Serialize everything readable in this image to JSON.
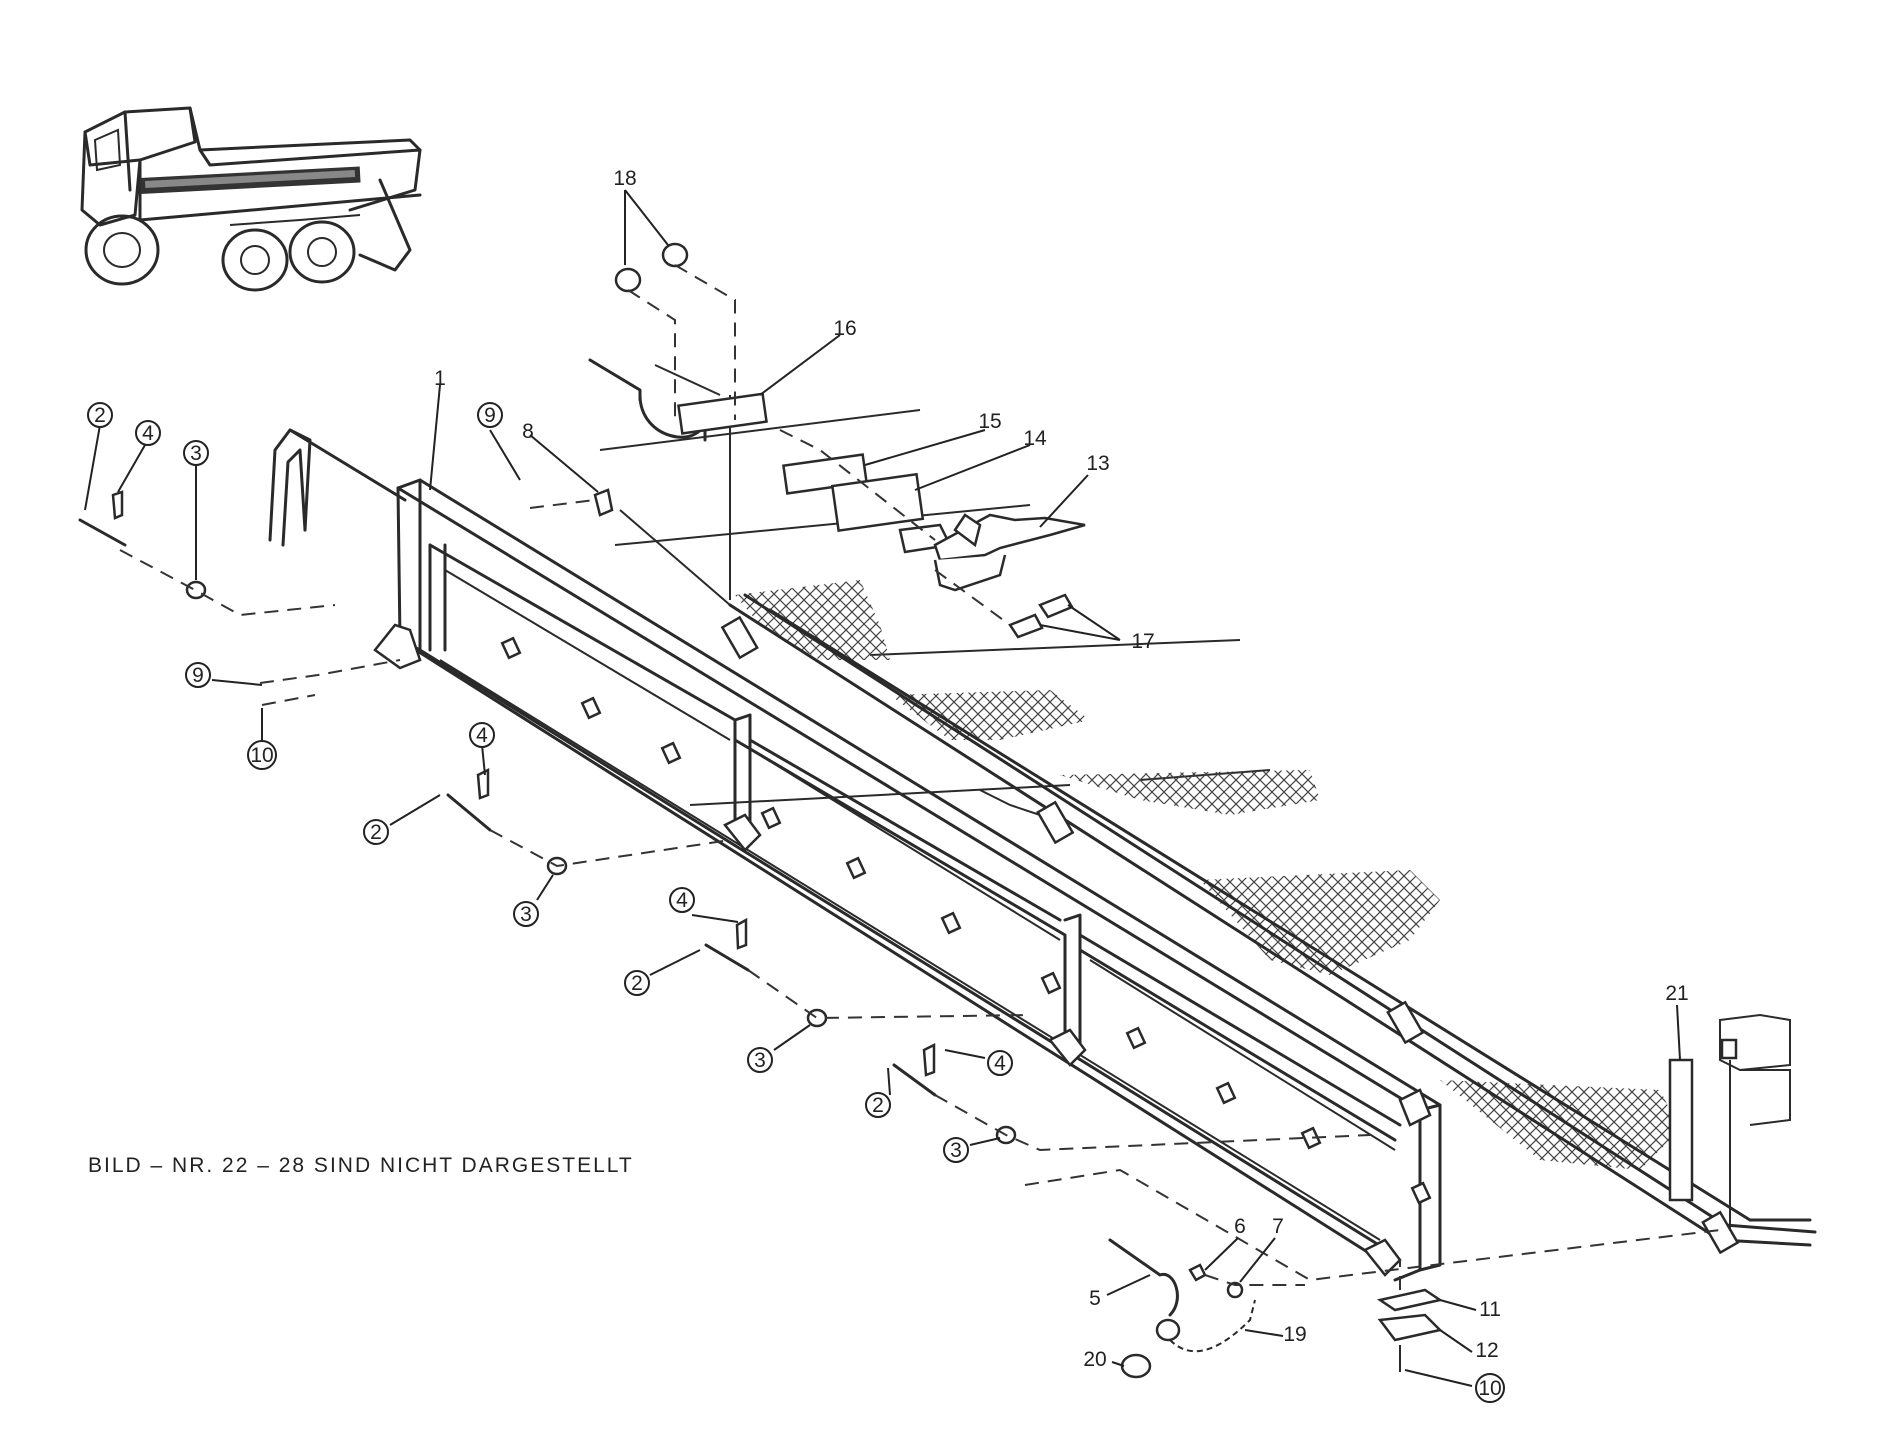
{
  "note": "BILD – NR. 22 – 28 SIND NICHT DARGESTELLT",
  "callouts": {
    "p1": "1",
    "p2a": "2",
    "p2b": "2",
    "p2c": "2",
    "p2d": "2",
    "p3a": "3",
    "p3b": "3",
    "p3c": "3",
    "p3d": "3",
    "p4a": "4",
    "p4b": "4",
    "p4c": "4",
    "p4d": "4",
    "p5": "5",
    "p6": "6",
    "p7": "7",
    "p8": "8",
    "p9a": "9",
    "p9b": "9",
    "p10a": "10",
    "p10b": "10",
    "p11": "11",
    "p12": "12",
    "p13": "13",
    "p14": "14",
    "p15": "15",
    "p16": "16",
    "p17": "17",
    "p18": "18",
    "p19": "19",
    "p20": "20",
    "p21": "21"
  }
}
